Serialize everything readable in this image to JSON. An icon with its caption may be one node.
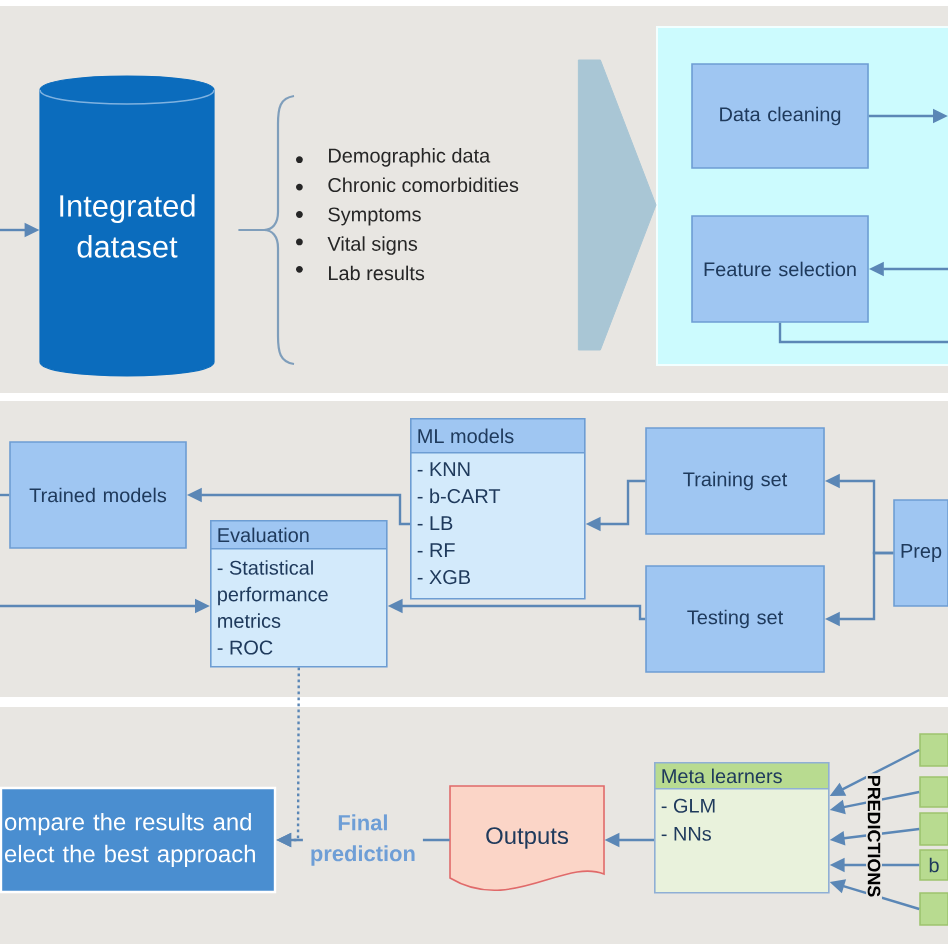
{
  "diagram": {
    "nodes": [
      {
        "text": [
          "Integrated dataset"
        ]
      },
      {
        "text": [
          "Demographic data",
          "Chronic comorbidities",
          "Symptoms",
          "Vital signs",
          "Lab results"
        ]
      },
      {
        "text": [],
        "shape": "box"
      },
      {
        "text": [
          "Data cleaning"
        ],
        "in": 2
      },
      {
        "text": [
          "Feature selection"
        ],
        "in": 2
      },
      {
        "text": [
          "Trained models"
        ]
      },
      {
        "text": [
          "ML models",
          "- KNN",
          "- b-CART",
          "- LB",
          "- RF",
          "- XGB"
        ]
      },
      {
        "text": [
          "Training set"
        ]
      },
      {
        "text": [
          "Evaluation",
          "- Statistical performance metrics",
          "- ROC"
        ]
      },
      {
        "text": [
          "Prep"
        ]
      },
      {
        "text": [
          "Testing set"
        ]
      },
      {
        "text": [
          "ompare the results and elect the best approach"
        ]
      },
      {
        "text": [
          "Outputs"
        ]
      },
      {
        "text": [
          "Meta learners",
          "- GLM",
          "- NNs"
        ]
      },
      {
        "text": [],
        "shape": "box"
      },
      {
        "text": [],
        "shape": "box"
      },
      {
        "text": [],
        "shape": "box"
      },
      {
        "text": [
          "b"
        ]
      },
      {
        "text": [],
        "shape": "box"
      }
    ],
    "edges": [
      {
        "from": null,
        "to": 0,
        "arrow": "to"
      },
      {
        "from": 0,
        "to": 1,
        "arrow": "none"
      },
      {
        "from": 1,
        "to": 2,
        "arrow": "to"
      },
      {
        "from": 3,
        "to": null,
        "arrow": "to"
      },
      {
        "from": null,
        "to": 4,
        "arrow": "to"
      },
      {
        "from": 4,
        "to": null,
        "arrow": "none"
      },
      {
        "from": 5,
        "to": null,
        "arrow": "none"
      },
      {
        "from": 6,
        "to": 5,
        "arrow": "to"
      },
      {
        "from": null,
        "to": 8,
        "arrow": "to"
      },
      {
        "from": 7,
        "to": 6,
        "arrow": "to"
      },
      {
        "from": 10,
        "to": 8,
        "arrow": "to"
      },
      {
        "from": 9,
        "to": 7,
        "arrow": "to"
      },
      {
        "from": 9,
        "to": 10,
        "arrow": "to"
      },
      {
        "from": 8,
        "to": 11,
        "arrow": "to",
        "style": "dashed"
      },
      {
        "from": 12,
        "to": 11,
        "arrow": "to",
        "label": "Final prediction"
      },
      {
        "from": 13,
        "to": 12,
        "arrow": "to"
      },
      {
        "from": 14,
        "to": 13,
        "arrow": "to"
      },
      {
        "from": 15,
        "to": 13,
        "arrow": "to"
      },
      {
        "from": 16,
        "to": 13,
        "arrow": "to"
      },
      {
        "from": 17,
        "to": 13,
        "arrow": "to"
      },
      {
        "from": 18,
        "to": 13,
        "arrow": "to"
      }
    ],
    "labels": [
      "PREDICTIONS"
    ]
  }
}
